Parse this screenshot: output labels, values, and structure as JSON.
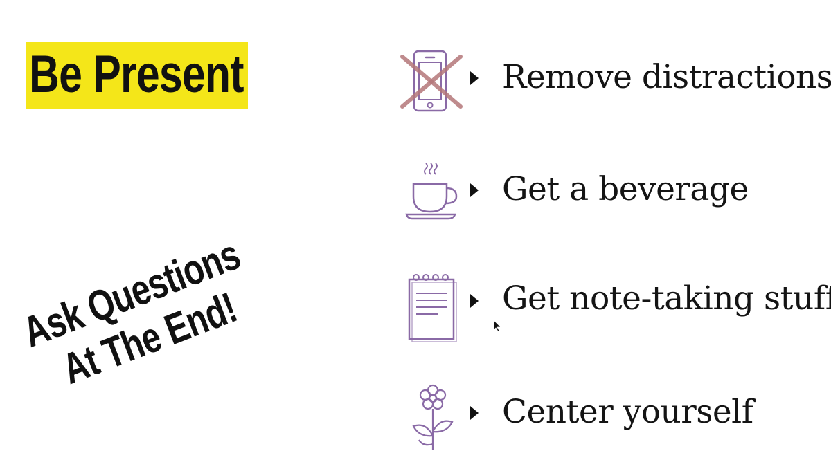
{
  "slide": {
    "title": "Be Present",
    "title_highlight_color": "#f4e619",
    "note_line_1": "Ask Questions",
    "note_line_2": "At The End!",
    "icon_color": "#8a6aa6",
    "cross_color": "#b5777a",
    "items": [
      {
        "icon": "crossed-out-phone-icon",
        "label": "Remove distractions"
      },
      {
        "icon": "coffee-cup-icon",
        "label": "Get a beverage"
      },
      {
        "icon": "notepad-icon",
        "label": "Get note-taking stuff"
      },
      {
        "icon": "flower-icon",
        "label": "Center yourself"
      }
    ]
  }
}
